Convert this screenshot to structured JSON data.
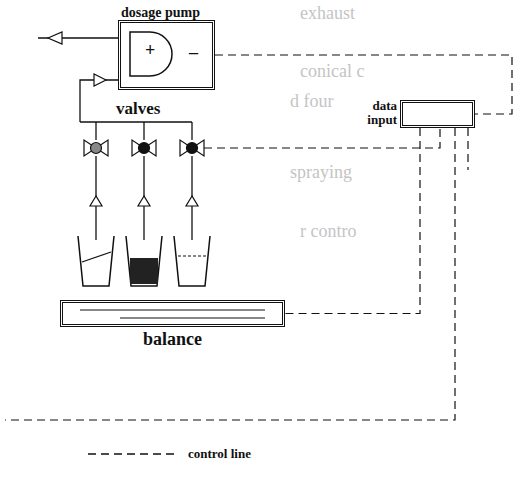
{
  "diagram": {
    "nodes": [
      {
        "text": [
          "dosage pump",
          "+",
          "_"
        ]
      },
      {
        "text": [
          "data input"
        ]
      },
      {
        "text": [
          "balance"
        ]
      }
    ],
    "edges": [
      {
        "from": 0,
        "to": 1,
        "arrow": "none"
      },
      {
        "from": 1,
        "to": 2,
        "arrow": "none"
      }
    ],
    "labels": [
      "valves",
      "exhaust",
      "conical c",
      "d four",
      "spraying",
      "r contro"
    ],
    "legend": [
      {
        "text": "control line"
      }
    ]
  }
}
